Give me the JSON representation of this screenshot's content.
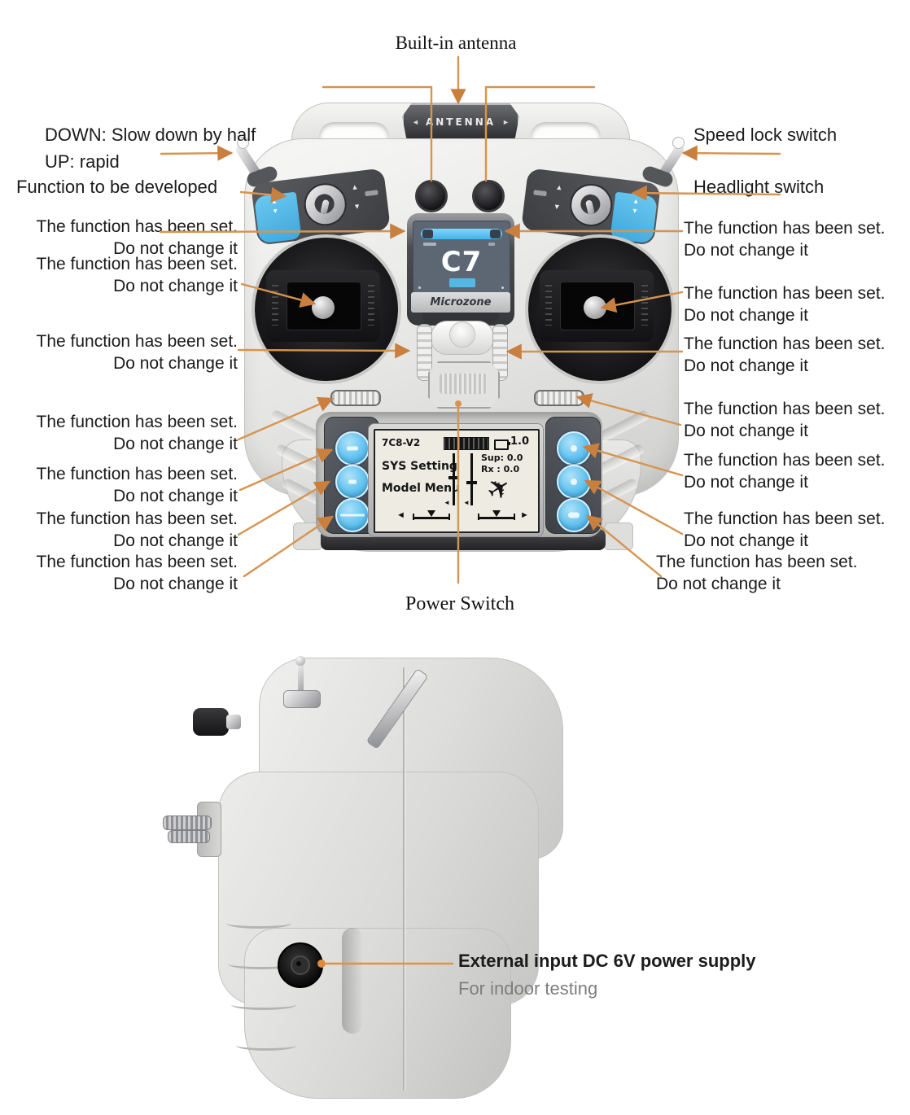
{
  "colors": {
    "leader_line": "#D6944F",
    "arrowhead": "#C9803E",
    "accent_blue": "#58BFEE",
    "button_blue": "#5FBBE9",
    "screen_blue_bar": "#52C3F2",
    "body_gray": "#E9E9E7",
    "panel_dark": "#4E5054",
    "screen_dark": "#5D6673",
    "lcd_bg": "#EDEBE2"
  },
  "front": {
    "antenna_badge": "ANTENNA",
    "brand": "Microzone",
    "screen_model": "C7",
    "lcd": {
      "model": "7C8-V2",
      "menu_1": "SYS Setting",
      "menu_2": "Model Menu",
      "battery_value": "1.0",
      "row_sup": "Sup: 0.0",
      "row_rx": "Rx : 0.0"
    }
  },
  "annotations": {
    "builtin_antenna": "Built-in antenna",
    "down_slow": "DOWN: Slow down by half",
    "up_rapid": "UP: rapid",
    "function_developed": "Function to be developed",
    "speed_lock": "Speed lock switch",
    "headlight": "Headlight switch",
    "set_line_1": "The function has been set.",
    "set_line_2": "Do not change it",
    "power_switch": "Power Switch",
    "dc_power": "External input DC 6V power supply",
    "dc_power_sub": "For indoor testing"
  }
}
